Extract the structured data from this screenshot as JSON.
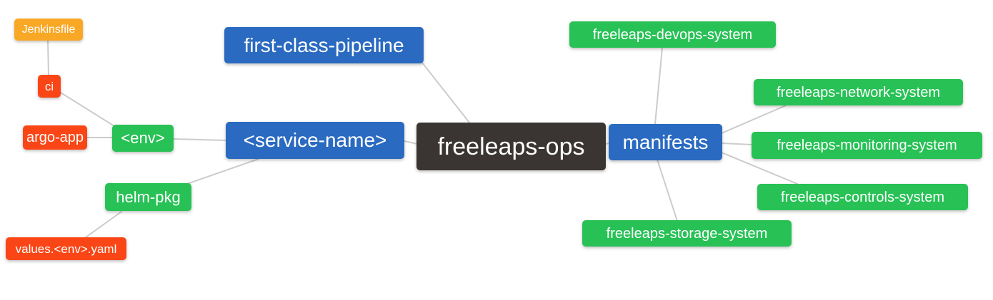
{
  "diagram": {
    "type": "mindmap",
    "root_id": "freeleaps_ops",
    "colors": {
      "blue": "#2a6ac1",
      "green": "#27c155",
      "orange": "#f9a825",
      "red": "#fa4616",
      "dark": "#3a3532",
      "edge": "#cccccc",
      "canvas": "#ffffff",
      "text": "#ffffff"
    },
    "nodes": {
      "freeleaps_ops": {
        "label": "freeleaps-ops",
        "color": "dark"
      },
      "first_class_pipeline": {
        "label": "first-class-pipeline",
        "color": "blue"
      },
      "service_name": {
        "label": "<service-name>",
        "color": "blue"
      },
      "manifests": {
        "label": "manifests",
        "color": "blue"
      },
      "env": {
        "label": "<env>",
        "color": "green"
      },
      "helm_pkg": {
        "label": "helm-pkg",
        "color": "green"
      },
      "ci": {
        "label": "ci",
        "color": "red"
      },
      "argo_app": {
        "label": "argo-app",
        "color": "red"
      },
      "values_env_yaml": {
        "label": "values.<env>.yaml",
        "color": "red"
      },
      "jenkinsfile": {
        "label": "Jenkinsfile",
        "color": "orange"
      },
      "devops_system": {
        "label": "freeleaps-devops-system",
        "color": "green"
      },
      "network_system": {
        "label": "freeleaps-network-system",
        "color": "green"
      },
      "monitoring_system": {
        "label": "freeleaps-monitoring-system",
        "color": "green"
      },
      "controls_system": {
        "label": "freeleaps-controls-system",
        "color": "green"
      },
      "storage_system": {
        "label": "freeleaps-storage-system",
        "color": "green"
      }
    },
    "edges": [
      {
        "from": "jenkinsfile",
        "to": "ci"
      },
      {
        "from": "ci",
        "to": "env"
      },
      {
        "from": "argo_app",
        "to": "env"
      },
      {
        "from": "env",
        "to": "service_name"
      },
      {
        "from": "helm_pkg",
        "to": "service_name"
      },
      {
        "from": "values_env_yaml",
        "to": "helm_pkg"
      },
      {
        "from": "service_name",
        "to": "freeleaps_ops"
      },
      {
        "from": "first_class_pipeline",
        "to": "freeleaps_ops"
      },
      {
        "from": "freeleaps_ops",
        "to": "manifests"
      },
      {
        "from": "manifests",
        "to": "devops_system"
      },
      {
        "from": "manifests",
        "to": "network_system"
      },
      {
        "from": "manifests",
        "to": "monitoring_system"
      },
      {
        "from": "manifests",
        "to": "controls_system"
      },
      {
        "from": "manifests",
        "to": "storage_system"
      }
    ]
  }
}
